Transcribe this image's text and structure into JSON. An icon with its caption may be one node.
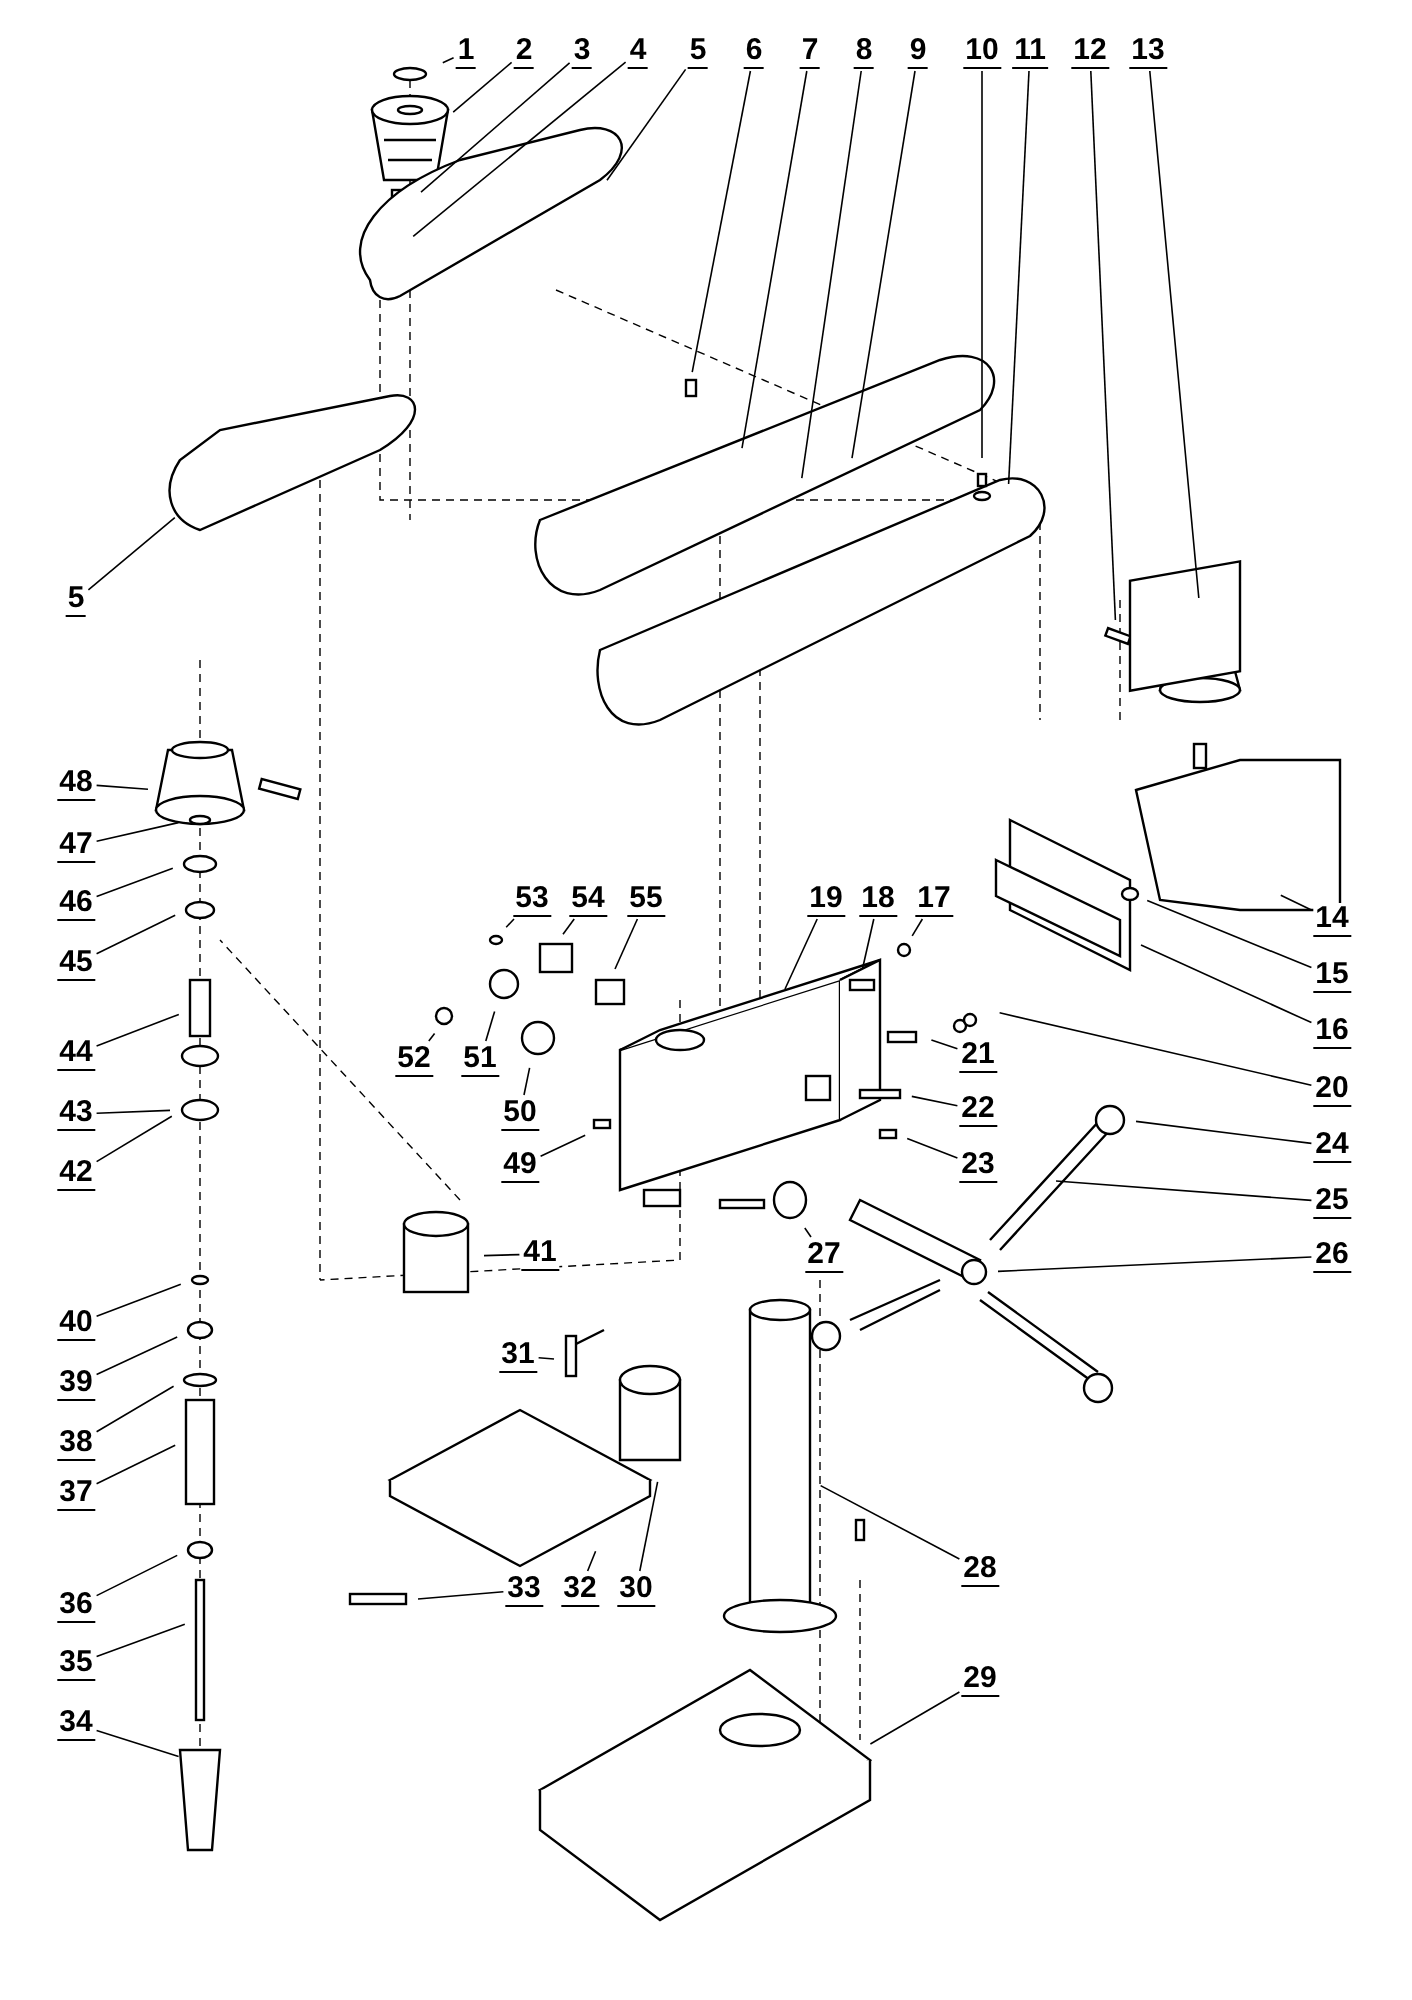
{
  "diagram": {
    "nodes": [
      {
        "text": [
          "1"
        ]
      },
      {
        "text": [
          "2"
        ]
      },
      {
        "text": [
          "3"
        ]
      },
      {
        "text": [
          "4"
        ]
      },
      {
        "text": [
          "5"
        ]
      },
      {
        "text": [
          "6"
        ]
      },
      {
        "text": [
          "7"
        ]
      },
      {
        "text": [
          "8"
        ]
      },
      {
        "text": [
          "9"
        ]
      },
      {
        "text": [
          "10"
        ]
      },
      {
        "text": [
          "11"
        ]
      },
      {
        "text": [
          "12"
        ]
      },
      {
        "text": [
          "13"
        ]
      },
      {
        "text": [
          "5"
        ]
      },
      {
        "text": [
          "48"
        ]
      },
      {
        "text": [
          "53"
        ]
      },
      {
        "text": [
          "54"
        ]
      },
      {
        "text": [
          "55"
        ]
      },
      {
        "text": [
          "19"
        ]
      },
      {
        "text": [
          "18"
        ]
      },
      {
        "text": [
          "17"
        ]
      },
      {
        "text": [
          "14"
        ]
      },
      {
        "text": [
          "47"
        ]
      },
      {
        "text": [
          "46"
        ]
      },
      {
        "text": [
          "15"
        ]
      },
      {
        "text": [
          "45"
        ]
      },
      {
        "text": [
          "52"
        ]
      },
      {
        "text": [
          "51"
        ]
      },
      {
        "text": [
          "16"
        ]
      },
      {
        "text": [
          "21"
        ]
      },
      {
        "text": [
          "44"
        ]
      },
      {
        "text": [
          "20"
        ]
      },
      {
        "text": [
          "50"
        ]
      },
      {
        "text": [
          "22"
        ]
      },
      {
        "text": [
          "43"
        ]
      },
      {
        "text": [
          "24"
        ]
      },
      {
        "text": [
          "49"
        ]
      },
      {
        "text": [
          "23"
        ]
      },
      {
        "text": [
          "42"
        ]
      },
      {
        "text": [
          "25"
        ]
      },
      {
        "text": [
          "27"
        ]
      },
      {
        "text": [
          "41"
        ]
      },
      {
        "text": [
          "26"
        ]
      },
      {
        "text": [
          "40"
        ]
      },
      {
        "text": [
          "31"
        ]
      },
      {
        "text": [
          "39"
        ]
      },
      {
        "text": [
          "38"
        ]
      },
      {
        "text": [
          "37"
        ]
      },
      {
        "text": [
          "28"
        ]
      },
      {
        "text": [
          "33"
        ]
      },
      {
        "text": [
          "32"
        ]
      },
      {
        "text": [
          "30"
        ]
      },
      {
        "text": [
          "36"
        ]
      },
      {
        "text": [
          "35"
        ]
      },
      {
        "text": [
          "29"
        ]
      },
      {
        "text": [
          "34"
        ]
      }
    ],
    "edges": [
      {
        "from": 0,
        "to": null,
        "arrow": "none"
      },
      {
        "from": 1,
        "to": null,
        "arrow": "none"
      },
      {
        "from": 2,
        "to": null,
        "arrow": "none"
      },
      {
        "from": 3,
        "to": null,
        "arrow": "none"
      },
      {
        "from": 4,
        "to": null,
        "arrow": "none"
      },
      {
        "from": 5,
        "to": null,
        "arrow": "none"
      },
      {
        "from": 6,
        "to": null,
        "arrow": "none"
      },
      {
        "from": 7,
        "to": null,
        "arrow": "none"
      },
      {
        "from": 8,
        "to": null,
        "arrow": "none"
      },
      {
        "from": 9,
        "to": null,
        "arrow": "none"
      },
      {
        "from": 10,
        "to": null,
        "arrow": "none"
      },
      {
        "from": 11,
        "to": null,
        "arrow": "none"
      },
      {
        "from": 12,
        "to": null,
        "arrow": "none"
      },
      {
        "from": 13,
        "to": null,
        "arrow": "none"
      },
      {
        "from": 14,
        "to": null,
        "arrow": "none"
      },
      {
        "from": 15,
        "to": null,
        "arrow": "none"
      },
      {
        "from": 16,
        "to": null,
        "arrow": "none"
      },
      {
        "from": 17,
        "to": null,
        "arrow": "none"
      },
      {
        "from": 18,
        "to": null,
        "arrow": "none"
      },
      {
        "from": 19,
        "to": null,
        "arrow": "none"
      },
      {
        "from": 20,
        "to": null,
        "arrow": "none"
      },
      {
        "from": 21,
        "to": null,
        "arrow": "none"
      },
      {
        "from": 22,
        "to": null,
        "arrow": "none"
      },
      {
        "from": 23,
        "to": null,
        "arrow": "none"
      },
      {
        "from": 24,
        "to": null,
        "arrow": "none"
      },
      {
        "from": 25,
        "to": null,
        "arrow": "none"
      },
      {
        "from": 26,
        "to": null,
        "arrow": "none"
      },
      {
        "from": 27,
        "to": null,
        "arrow": "none"
      },
      {
        "from": 28,
        "to": null,
        "arrow": "none"
      },
      {
        "from": 29,
        "to": null,
        "arrow": "none"
      },
      {
        "from": 30,
        "to": null,
        "arrow": "none"
      },
      {
        "from": 31,
        "to": null,
        "arrow": "none"
      },
      {
        "from": 32,
        "to": null,
        "arrow": "none"
      },
      {
        "from": 33,
        "to": null,
        "arrow": "none"
      },
      {
        "from": 34,
        "to": null,
        "arrow": "none"
      },
      {
        "from": 35,
        "to": null,
        "arrow": "none"
      },
      {
        "from": 36,
        "to": null,
        "arrow": "none"
      },
      {
        "from": 37,
        "to": null,
        "arrow": "none"
      },
      {
        "from": 38,
        "to": null,
        "arrow": "none"
      },
      {
        "from": 39,
        "to": null,
        "arrow": "none"
      },
      {
        "from": 40,
        "to": null,
        "arrow": "none"
      },
      {
        "from": 41,
        "to": null,
        "arrow": "none"
      },
      {
        "from": 42,
        "to": null,
        "arrow": "none"
      },
      {
        "from": 43,
        "to": null,
        "arrow": "none"
      },
      {
        "from": 44,
        "to": null,
        "arrow": "none"
      },
      {
        "from": 45,
        "to": null,
        "arrow": "none"
      },
      {
        "from": 46,
        "to": null,
        "arrow": "none"
      },
      {
        "from": 47,
        "to": null,
        "arrow": "none"
      },
      {
        "from": 48,
        "to": null,
        "arrow": "none"
      },
      {
        "from": 49,
        "to": null,
        "arrow": "none"
      },
      {
        "from": 50,
        "to": null,
        "arrow": "none"
      },
      {
        "from": 51,
        "to": null,
        "arrow": "none"
      },
      {
        "from": 52,
        "to": null,
        "arrow": "none"
      },
      {
        "from": 53,
        "to": null,
        "arrow": "none"
      },
      {
        "from": 54,
        "to": null,
        "arrow": "none"
      },
      {
        "from": 55,
        "to": null,
        "arrow": "none"
      }
    ]
  }
}
